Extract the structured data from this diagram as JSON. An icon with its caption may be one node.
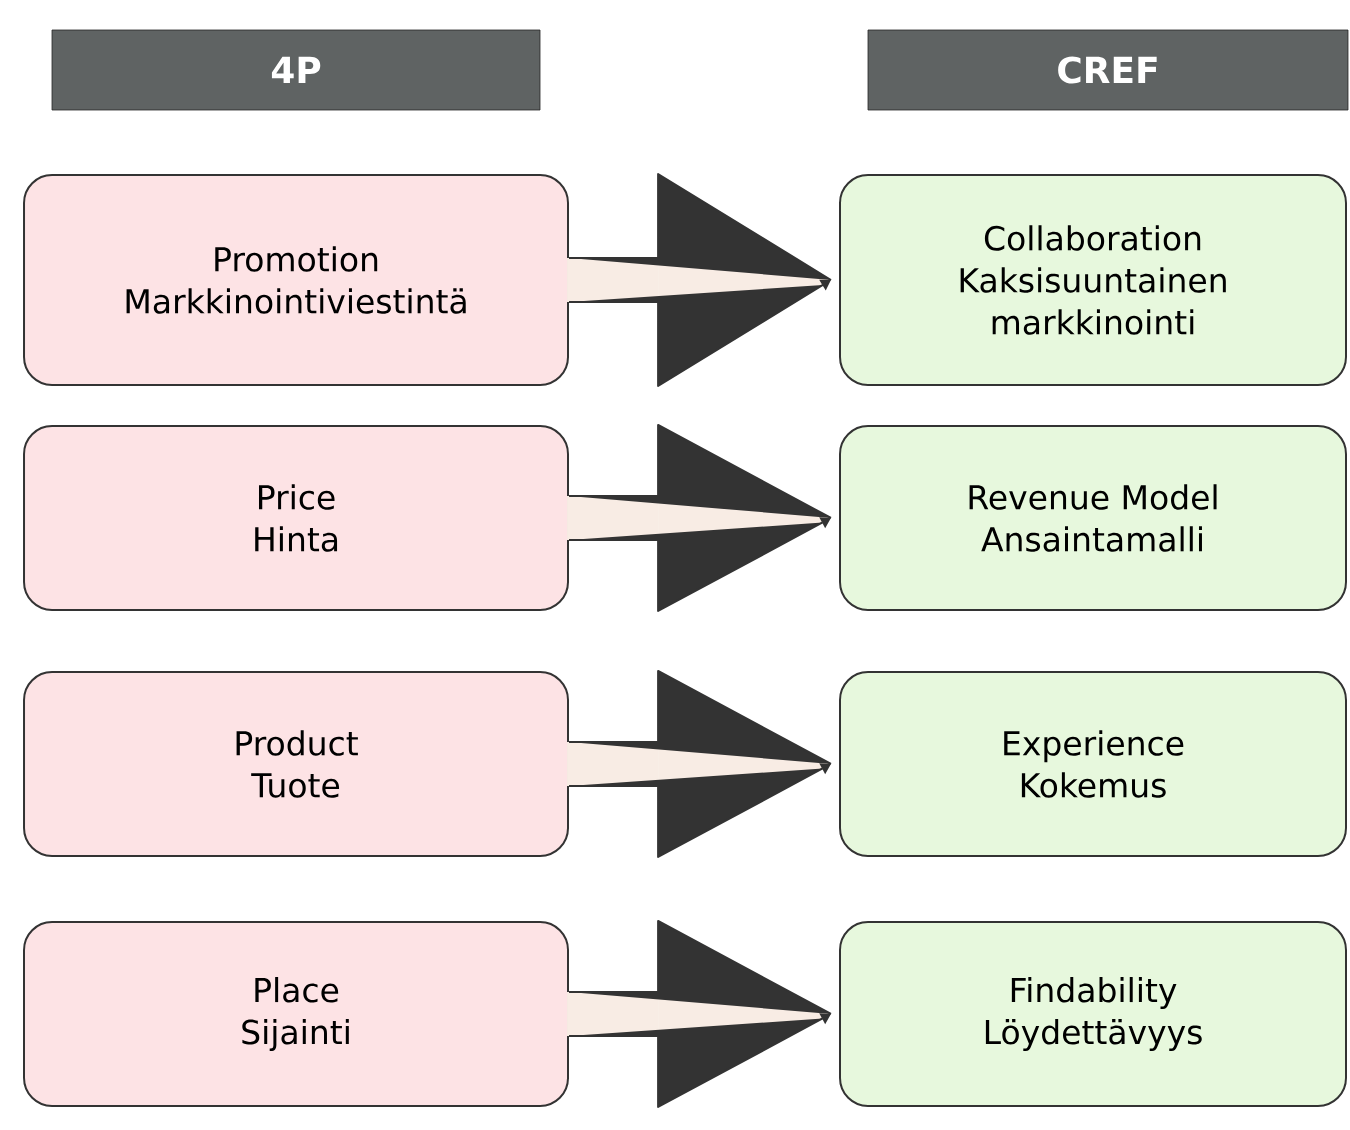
{
  "diagram": {
    "nodes": [
      {
        "text": [
          "4P"
        ]
      },
      {
        "text": [
          "CREF"
        ]
      },
      {
        "text": [
          "Promotion Markkinointiviestintä"
        ]
      },
      {
        "text": [
          "Collaboration Kaksisuuntainen markkinointi"
        ]
      },
      {
        "text": [
          "Price Hinta"
        ]
      },
      {
        "text": [
          "Revenue Model Ansaintamalli"
        ]
      },
      {
        "text": [
          "Product Tuote"
        ]
      },
      {
        "text": [
          "Experience Kokemus"
        ]
      },
      {
        "text": [
          "Place Sijainti"
        ]
      },
      {
        "text": [
          "Findability Löydettävyys"
        ]
      }
    ],
    "edges": [
      {
        "from": 2,
        "to": 3,
        "arrow": "to"
      },
      {
        "from": 4,
        "to": 5,
        "arrow": "to"
      },
      {
        "from": 6,
        "to": 7,
        "arrow": "to"
      },
      {
        "from": 8,
        "to": 9,
        "arrow": "to"
      }
    ]
  }
}
